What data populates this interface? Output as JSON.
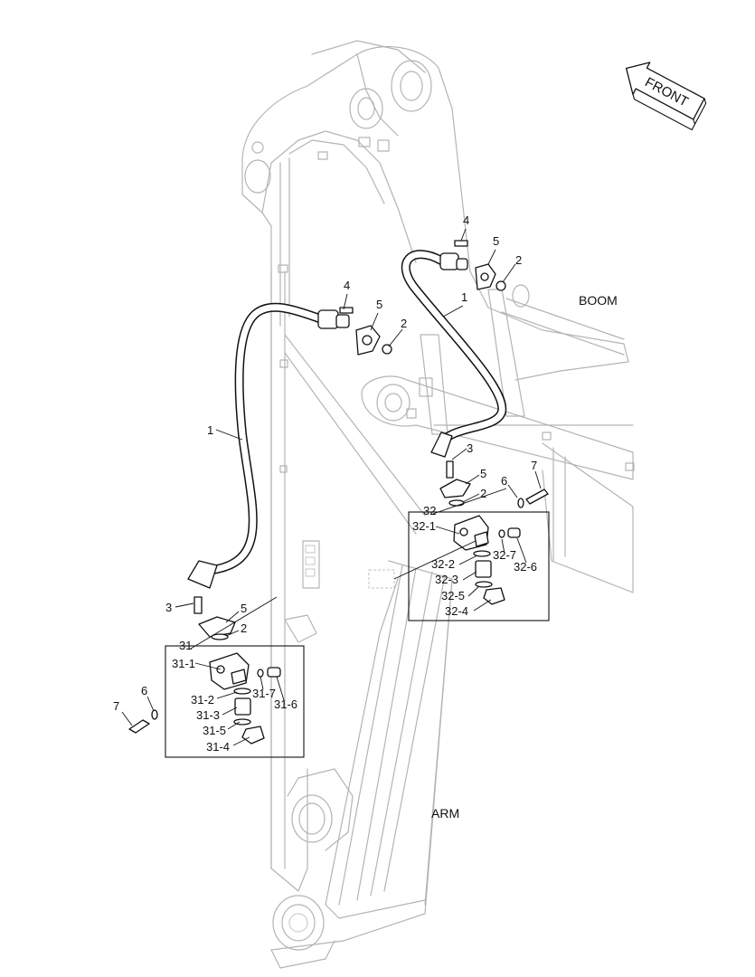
{
  "direction_marker": {
    "text": "FRONT",
    "icon": "arrow-left-icon"
  },
  "region_labels": {
    "boom": "BOOM",
    "arm": "ARM"
  },
  "callouts": {
    "c1a": "1",
    "c1b": "1",
    "c2a": "2",
    "c2b": "2",
    "c2c": "2",
    "c2d": "2",
    "c3a": "3",
    "c3b": "3",
    "c4a": "4",
    "c4b": "4",
    "c5a": "5",
    "c5b": "5",
    "c5c": "5",
    "c5d": "5",
    "c6a": "6",
    "c6b": "6",
    "c7a": "7",
    "c7b": "7"
  },
  "assembly_31": {
    "title": "31",
    "parts": {
      "p1": "31-1",
      "p2": "31-2",
      "p3": "31-3",
      "p4": "31-4",
      "p5": "31-5",
      "p6": "31-6",
      "p7": "31-7"
    }
  },
  "assembly_32": {
    "title": "32",
    "parts": {
      "p1": "32-1",
      "p2": "32-2",
      "p3": "32-3",
      "p4": "32-4",
      "p5": "32-5",
      "p6": "32-6",
      "p7": "32-7"
    }
  }
}
